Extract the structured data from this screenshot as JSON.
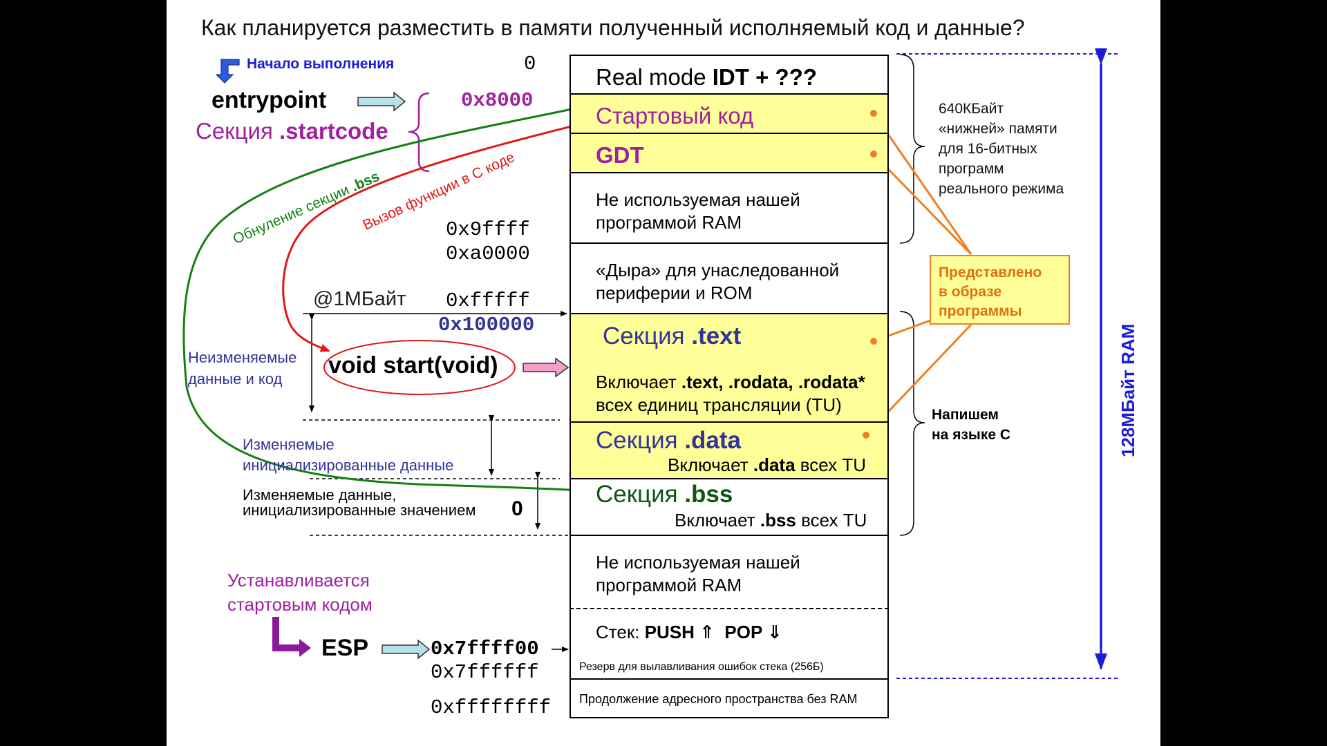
{
  "title": "Как планируется разместить в памяти полученный исполняемый код и данные?",
  "left": {
    "start_exec": "Начало выполнения",
    "entrypoint": "entrypoint",
    "startcode_prefix": "Секция ",
    "startcode_name": ".startcode",
    "bss_zero_prefix": "Обнуление секции ",
    "bss_zero_name": ".bss",
    "call_c": "Вызов функции в С коде",
    "one_mb": "@1МБайт",
    "immutable": "Неизменяемые\nданные и код",
    "void_start": "void start(void)",
    "mutable_init": "Изменяемые\nинициализированные данные",
    "mutable_zero_1": "Изменяемые данные,",
    "mutable_zero_2": "инициализированные значением",
    "zero": "0",
    "set_by_startcode": "Устанавливается\nстартовым кодом",
    "esp": "ESP"
  },
  "addresses": {
    "a0": "0",
    "a8000": "0x8000",
    "a9ffff": "0x9ffff",
    "aa0000": "0xa0000",
    "afffff": "0xfffff",
    "a100000": "0x100000",
    "a7ffff00": "0x7ffff00",
    "a7ffffff": "0x7ffffff",
    "affffffff": "0xffffffff"
  },
  "memory": {
    "idt_prefix": "Real mode ",
    "idt_bold": "IDT + ???",
    "startcode": "Стартовый код",
    "gdt": "GDT",
    "unused1": "Не используемая нашей\nпрограммой RAM",
    "hole": "«Дыра» для унаследованной\nпериферии и ROM",
    "text_prefix": "Секция ",
    "text_name": ".text",
    "text_inc_1": "Включает ",
    "text_inc_bold": ".text, .rodata, .rodata*",
    "text_inc_2": "всех единиц трансляции (TU)",
    "data_prefix": "Секция ",
    "data_name": ".data",
    "data_inc_1": "Включает ",
    "data_inc_bold": ".data",
    "data_inc_2": " всех TU",
    "bss_prefix": "Секция ",
    "bss_name": ".bss",
    "bss_inc_1": "Включает ",
    "bss_inc_bold": ".bss",
    "bss_inc_2": " всех TU",
    "unused2": "Не используемая нашей\nпрограммой RAM",
    "stack_label": "Стек:  ",
    "stack_push": "PUSH ⇑",
    "stack_pop": "POP ⇓",
    "reserve": "Резерв для вылавливания ошибок стека (256Б)",
    "continuation": "Продолжение адресного пространства без RAM"
  },
  "right": {
    "lower_mem": "640КБайт\n«нижней» памяти\nдля 16-битных\nпрограмм\nреального режима",
    "in_image": "Представлено\nв образе\nпрограммы",
    "write_c": "Напишем\nна языке С",
    "ram_total": "128МБайт RAM"
  },
  "colors": {
    "yellow_cell": "#ffff99",
    "orange": "#f07f1e",
    "orange_box_fill": "#ffff99",
    "purple": "#a020a0",
    "navy": "#333399",
    "blue": "#1c1cd6",
    "green": "#138013",
    "red": "#e01818",
    "light_blue_arrow": "#b7e0e8",
    "pink_arrow": "#f6a0c8"
  }
}
